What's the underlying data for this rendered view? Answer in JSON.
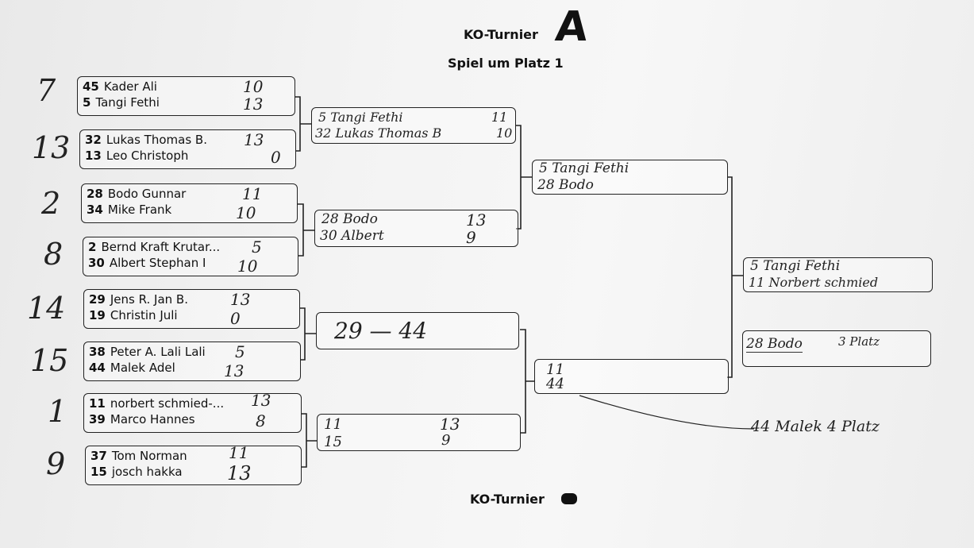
{
  "header": {
    "title": "KO-Turnier",
    "letter": "A",
    "subtitle": "Spiel um Platz 1",
    "footer": "KO-Turnier"
  },
  "round1": [
    {
      "order": "7",
      "p1": {
        "seed": "45",
        "name": "Kader Ali"
      },
      "s1": "10",
      "p2": {
        "seed": "5",
        "name": "Tangi Fethi"
      },
      "s2": "13"
    },
    {
      "order": "13",
      "p1": {
        "seed": "32",
        "name": "Lukas Thomas B."
      },
      "s1": "13",
      "p2": {
        "seed": "13",
        "name": "Leo Christoph"
      },
      "s2": "0"
    },
    {
      "order": "2",
      "p1": {
        "seed": "28",
        "name": "Bodo Gunnar"
      },
      "s1": "11",
      "p2": {
        "seed": "34",
        "name": "Mike Frank"
      },
      "s2": "10"
    },
    {
      "order": "8",
      "p1": {
        "seed": "2",
        "name": "Bernd Kraft Krutar..."
      },
      "s1": "5",
      "p2": {
        "seed": "30",
        "name": "Albert Stephan I"
      },
      "s2": "10"
    },
    {
      "order": "14",
      "p1": {
        "seed": "29",
        "name": "Jens R. Jan B."
      },
      "s1": "13",
      "p2": {
        "seed": "19",
        "name": "Christin Juli"
      },
      "s2": "0"
    },
    {
      "order": "15",
      "p1": {
        "seed": "38",
        "name": "Peter A. Lali Lali"
      },
      "s1": "5",
      "p2": {
        "seed": "44",
        "name": "Malek Adel"
      },
      "s2": "13"
    },
    {
      "order": "1",
      "p1": {
        "seed": "11",
        "name": "norbert schmied-..."
      },
      "s1": "13",
      "p2": {
        "seed": "39",
        "name": "Marco Hannes"
      },
      "s2": "8"
    },
    {
      "order": "9",
      "p1": {
        "seed": "37",
        "name": "Tom Norman"
      },
      "s1": "11",
      "p2": {
        "seed": "15",
        "name": "josch hakka"
      },
      "s2": "13"
    }
  ],
  "round2": [
    {
      "l1": "5  Tangi  Fethi",
      "s1": "11",
      "l2": "32 Lukas  Thomas B",
      "s2": "10"
    },
    {
      "l1": "28 Bodo",
      "s1": "13",
      "l2": "30 Albert",
      "s2": "9"
    },
    {
      "l1": "29  —  44",
      "s1": "",
      "l2": "",
      "s2": ""
    },
    {
      "l1": "11",
      "s1": "13",
      "l2": "15",
      "s2": "9"
    }
  ],
  "round3": [
    {
      "l1": "5 Tangi  Fethi",
      "l2": "28 Bodo"
    },
    {
      "l1": "11",
      "l2": "44"
    }
  ],
  "final": {
    "l1": "5 Tangi  Fethi",
    "l2": "11 Norbert schmied"
  },
  "third_place": {
    "name": "28 Bodo",
    "label": "3 Platz"
  },
  "fourth_place_note": "44 Malek  4 Platz"
}
